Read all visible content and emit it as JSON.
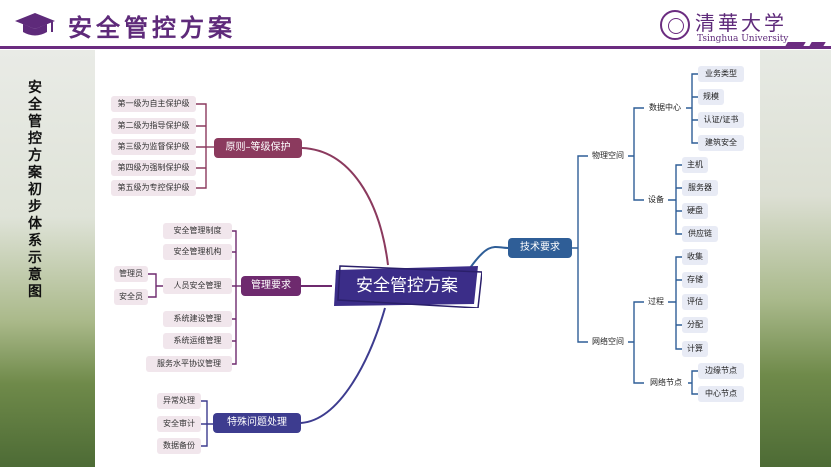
{
  "header": {
    "title": "安全管控方案",
    "logo_cn": "清華大学",
    "logo_en": "Tsinghua University"
  },
  "sidebar": {
    "vertical_title": "安全管控方案初步体系示意图"
  },
  "mindmap": {
    "center": "安全管控方案",
    "principle": {
      "label": "原则–等级保护",
      "leaves": [
        "第一级为自主保护级",
        "第二级为指导保护级",
        "第三级为监督保护级",
        "第四级为强制保护级",
        "第五级为专控保护级"
      ]
    },
    "management": {
      "label": "管理要求",
      "leaves": [
        "安全管理制度",
        "安全管理机构",
        "人员安全管理",
        "系统建设管理",
        "系统运维管理",
        "服务水平协议管理"
      ],
      "personnel_roles": [
        "管理员",
        "安全员"
      ]
    },
    "special": {
      "label": "特殊问题处理",
      "leaves": [
        "异常处理",
        "安全审计",
        "数据备份"
      ]
    },
    "technical": {
      "label": "技术要求",
      "physical": {
        "label": "物理空间",
        "datacenter": {
          "label": "数据中心",
          "leaves": [
            "业务类型",
            "规模",
            "认证/证书",
            "建筑安全"
          ]
        },
        "device": {
          "label": "设备",
          "leaves": [
            "主机",
            "服务器",
            "硬盘",
            "供应链"
          ]
        }
      },
      "network": {
        "label": "网络空间",
        "process": {
          "label": "过程",
          "leaves": [
            "收集",
            "存储",
            "评估",
            "分配",
            "计算"
          ]
        },
        "nodes": {
          "label": "网络节点",
          "leaves": [
            "边缘节点",
            "中心节点"
          ]
        }
      }
    }
  },
  "colors": {
    "brand": "#6b2c80",
    "principle": "#8b3a5e",
    "management": "#6e2a6e",
    "special": "#3d3c8f",
    "technical": "#2f5e97",
    "center": "#3b2d88"
  },
  "icons": [
    "graduation-cap-icon",
    "tsinghua-seal-icon"
  ]
}
